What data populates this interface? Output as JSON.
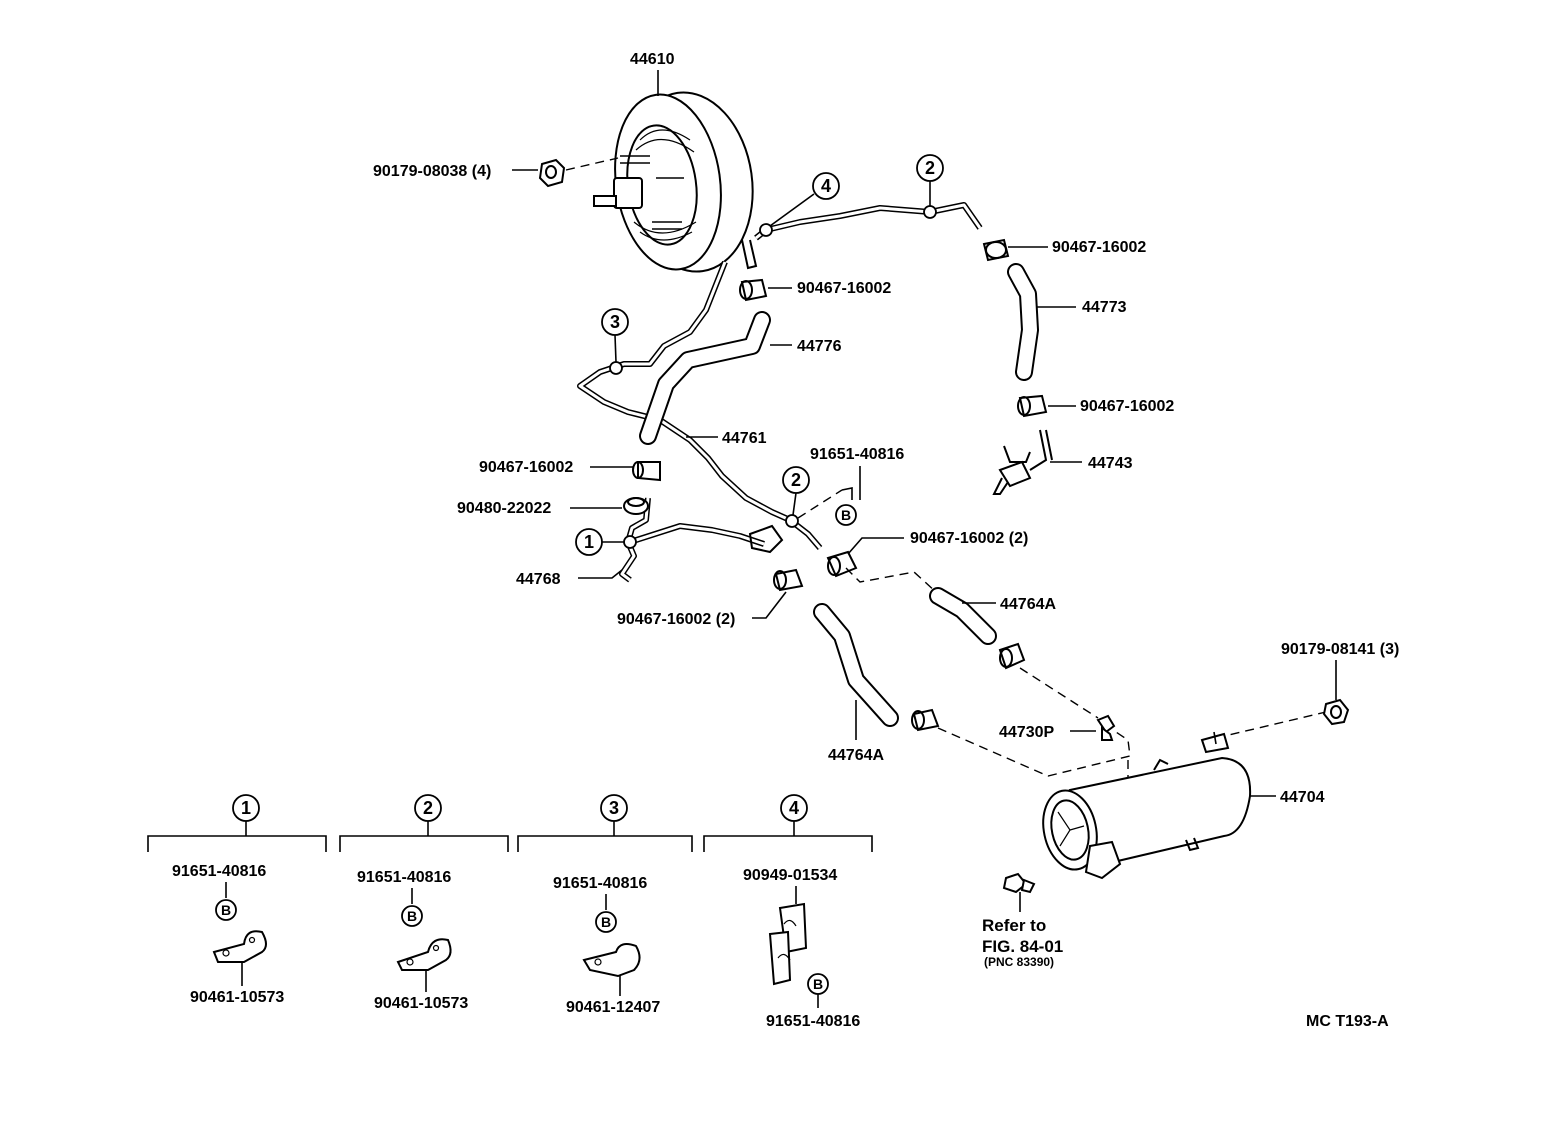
{
  "labels": {
    "booster": "44610",
    "booster_nut": "90179-08038 (4)",
    "clip_top_right": "90467-16002",
    "clip_booster": "90467-16002",
    "hose_right": "44773",
    "clip_right_lower": "90467-16002",
    "union": "44743",
    "hose_mid": "44776",
    "pipe": "44761",
    "clip_left": "90467-16002",
    "bolt_top": "91651-40816",
    "grommet": "90480-22022",
    "pipe_left": "44768",
    "clip_pair_right": "90467-16002 (2)",
    "clip_pair_left": "90467-16002 (2)",
    "hose_right_lower": "44764A",
    "hose_left_lower": "44764A",
    "check_valve": "44730P",
    "tank_nut": "90179-08141 (3)",
    "tank": "44704",
    "refer_line1": "Refer to",
    "refer_line2": "FIG. 84-01",
    "refer_line3": "(PNC 83390)",
    "figure_code": "MC  T193-A"
  },
  "callouts": {
    "c1": "1",
    "c2": "2",
    "c3": "3",
    "c4": "4",
    "b": "B"
  },
  "details": [
    {
      "num": "1",
      "bolt": "91651-40816",
      "b": "B",
      "clamp": "90461-10573"
    },
    {
      "num": "2",
      "bolt": "91651-40816",
      "b": "B",
      "clamp": "90461-10573"
    },
    {
      "num": "3",
      "bolt": "91651-40816",
      "b": "B",
      "clamp": "90461-12407"
    },
    {
      "num": "4",
      "bracket": "90949-01534",
      "b": "B",
      "bolt": "91651-40816"
    }
  ]
}
